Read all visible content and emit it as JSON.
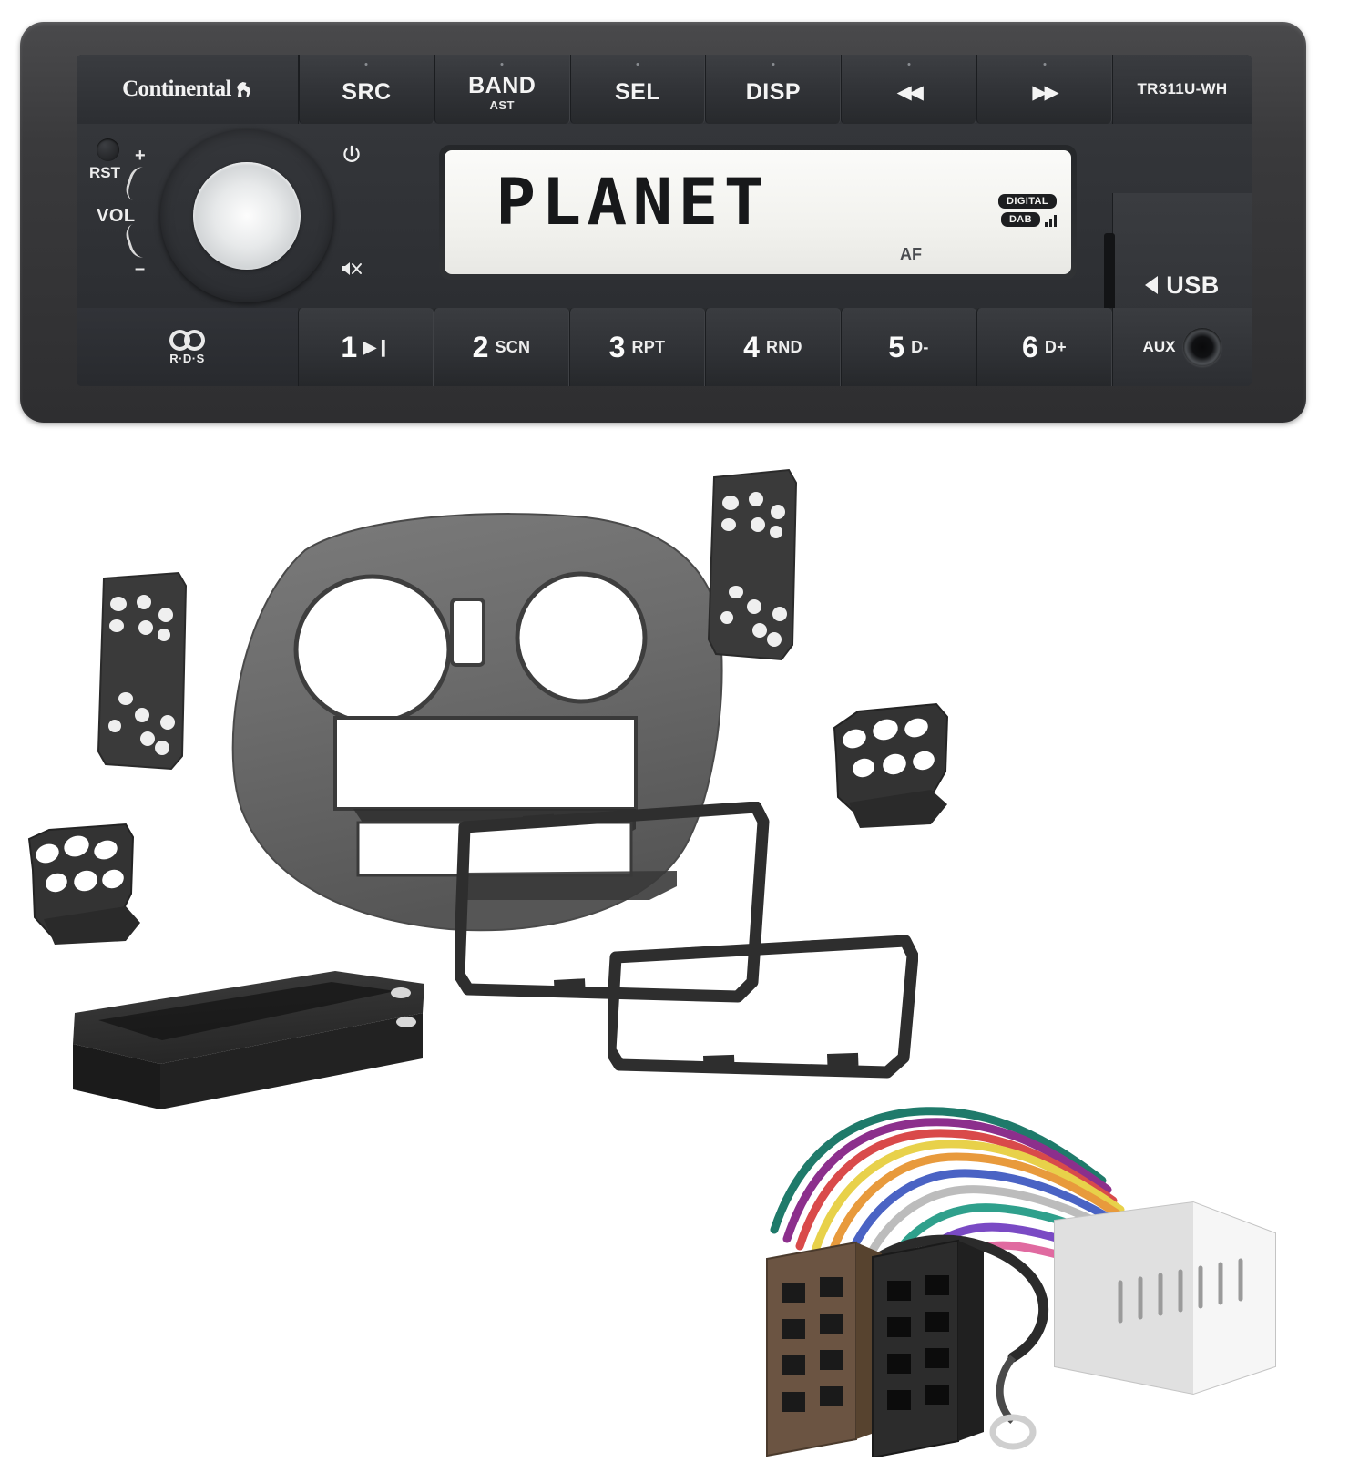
{
  "product": {
    "brand": "Continental",
    "model": "TR311U-WH"
  },
  "radio": {
    "top_buttons": [
      {
        "label": "SRC",
        "sub": "",
        "icon": ""
      },
      {
        "label": "BAND",
        "sub": "AST",
        "icon": ""
      },
      {
        "label": "SEL",
        "sub": "",
        "icon": ""
      },
      {
        "label": "DISP",
        "sub": "",
        "icon": ""
      },
      {
        "label": "",
        "sub": "",
        "icon": "◀◀"
      },
      {
        "label": "",
        "sub": "",
        "icon": "▶▶"
      }
    ],
    "controls": {
      "reset_label": "RST",
      "volume_label": "VOL",
      "plus": "+",
      "minus": "–",
      "power_icon": "power-icon",
      "mute_icon": "mute-icon",
      "knob_name": "volume-knob"
    },
    "display": {
      "text": "PLANET",
      "af_indicator": "AF",
      "digital_badge": "DIGITAL",
      "dab_badge": "DAB",
      "signal_icon": "signal-bars-icon"
    },
    "usb": {
      "label": "USB",
      "arrow_icon": "left-triangle-icon"
    },
    "rds": {
      "label": "R·D·S",
      "icon": "rds-logo-icon"
    },
    "presets": [
      {
        "num": "1",
        "fn": "▶❙"
      },
      {
        "num": "2",
        "fn": "SCN"
      },
      {
        "num": "3",
        "fn": "RPT"
      },
      {
        "num": "4",
        "fn": "RND"
      },
      {
        "num": "5",
        "fn": "D-"
      },
      {
        "num": "6",
        "fn": "D+"
      }
    ],
    "aux": {
      "label": "AUX",
      "jack_name": "aux-jack"
    }
  },
  "install_kit": {
    "parts": [
      {
        "name": "dash-fascia-panel"
      },
      {
        "name": "storage-pocket"
      },
      {
        "name": "mounting-bracket-left-plate"
      },
      {
        "name": "mounting-bracket-right-plate"
      },
      {
        "name": "mounting-bracket-lower-left"
      },
      {
        "name": "mounting-bracket-right-side"
      },
      {
        "name": "trim-frame-upper"
      },
      {
        "name": "trim-frame-lower"
      },
      {
        "name": "wiring-harness-adapter"
      }
    ]
  },
  "colors": {
    "bezel": "#3a3a3c",
    "face": "#2b2d30",
    "lcd": "#f5f5f1",
    "fascia": "#6e6e6e",
    "accent_text": "#f4f4f4"
  }
}
